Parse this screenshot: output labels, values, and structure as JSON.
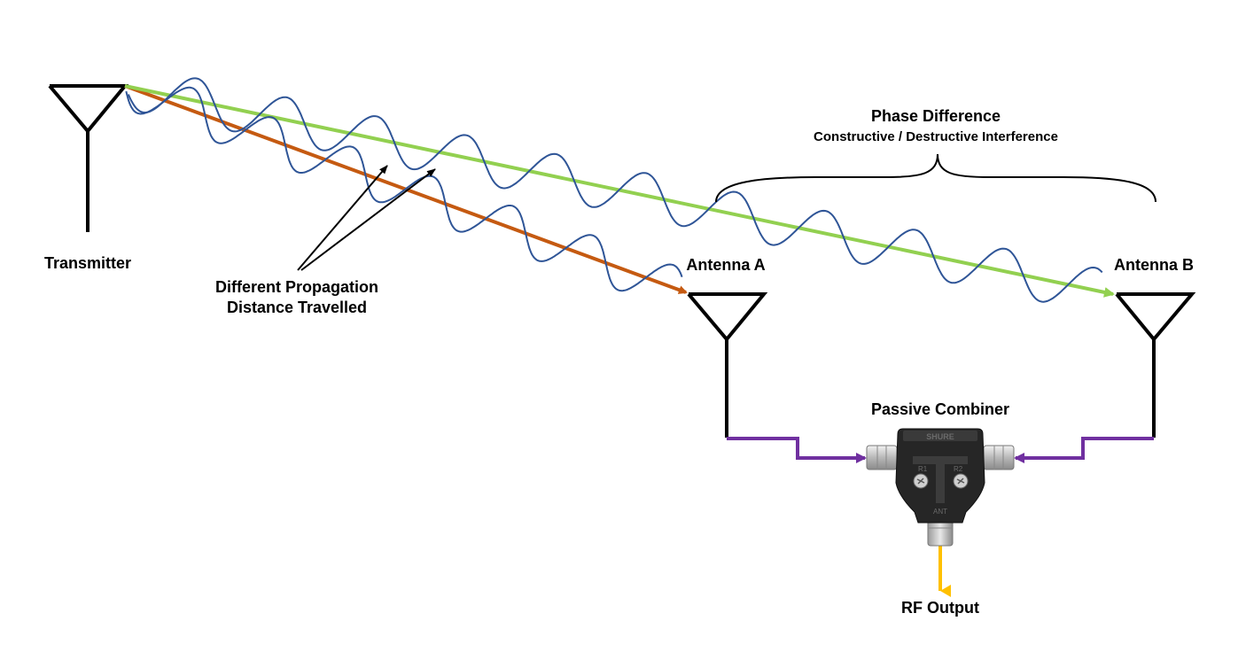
{
  "labels": {
    "transmitter": "Transmitter",
    "antenna_a": "Antenna A",
    "antenna_b": "Antenna B",
    "propagation_line1": "Different Propagation",
    "propagation_line2": "Distance Travelled",
    "phase_title": "Phase Difference",
    "phase_subtitle": "Constructive / Destructive Interference",
    "combiner": "Passive Combiner",
    "rf_output": "RF Output"
  },
  "combiner_markings": {
    "top": "SHURE",
    "port_left": "R1",
    "port_right": "R2",
    "bottom": "ANT"
  },
  "colors": {
    "path_a": "#c55a11",
    "path_b": "#92d050",
    "wave": "#2f5597",
    "cable": "#7030a0",
    "output": "#ffc000",
    "antenna": "#000000",
    "combiner_body": "#262626"
  },
  "icons": {
    "transmitter": "antenna-icon",
    "antenna_a": "antenna-icon",
    "antenna_b": "antenna-icon",
    "combiner": "bnc-combiner-icon"
  }
}
